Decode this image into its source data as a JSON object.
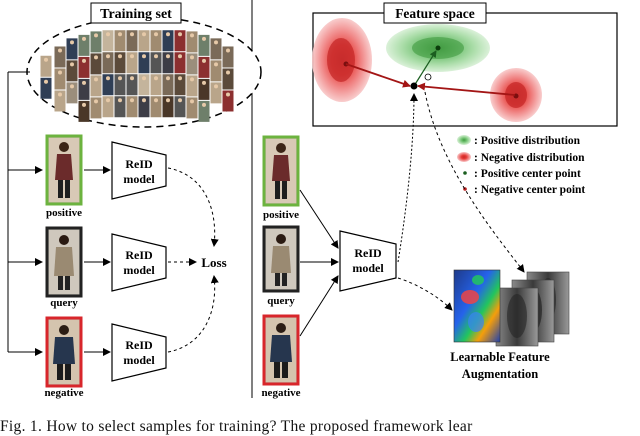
{
  "training_set": {
    "title": "Training set"
  },
  "feature_space": {
    "title": "Feature space"
  },
  "samples": {
    "positive": "positive",
    "query": "query",
    "negative": "negative"
  },
  "reid_model": {
    "line1": "ReID",
    "line2": "model"
  },
  "loss": "Loss",
  "legend": {
    "positive_distribution": ": Positive distribution",
    "negative_distribution": ": Negative distribution",
    "positive_center": ": Positive center point",
    "negative_center": ": Negative center point"
  },
  "augmentation": {
    "line1": "Learnable Feature",
    "line2": "Augmentation"
  },
  "caption": "Fig. 1.  How to select samples for training? The proposed framework lear",
  "colors": {
    "positive_border": "#6cb33f",
    "query_border": "#222222",
    "negative_border": "#d8262b",
    "positive_dist": "#4caf50",
    "negative_dist": "#d32f2f",
    "arrow_dark": "#2e7d32",
    "arrow_red": "#b71c1c"
  }
}
